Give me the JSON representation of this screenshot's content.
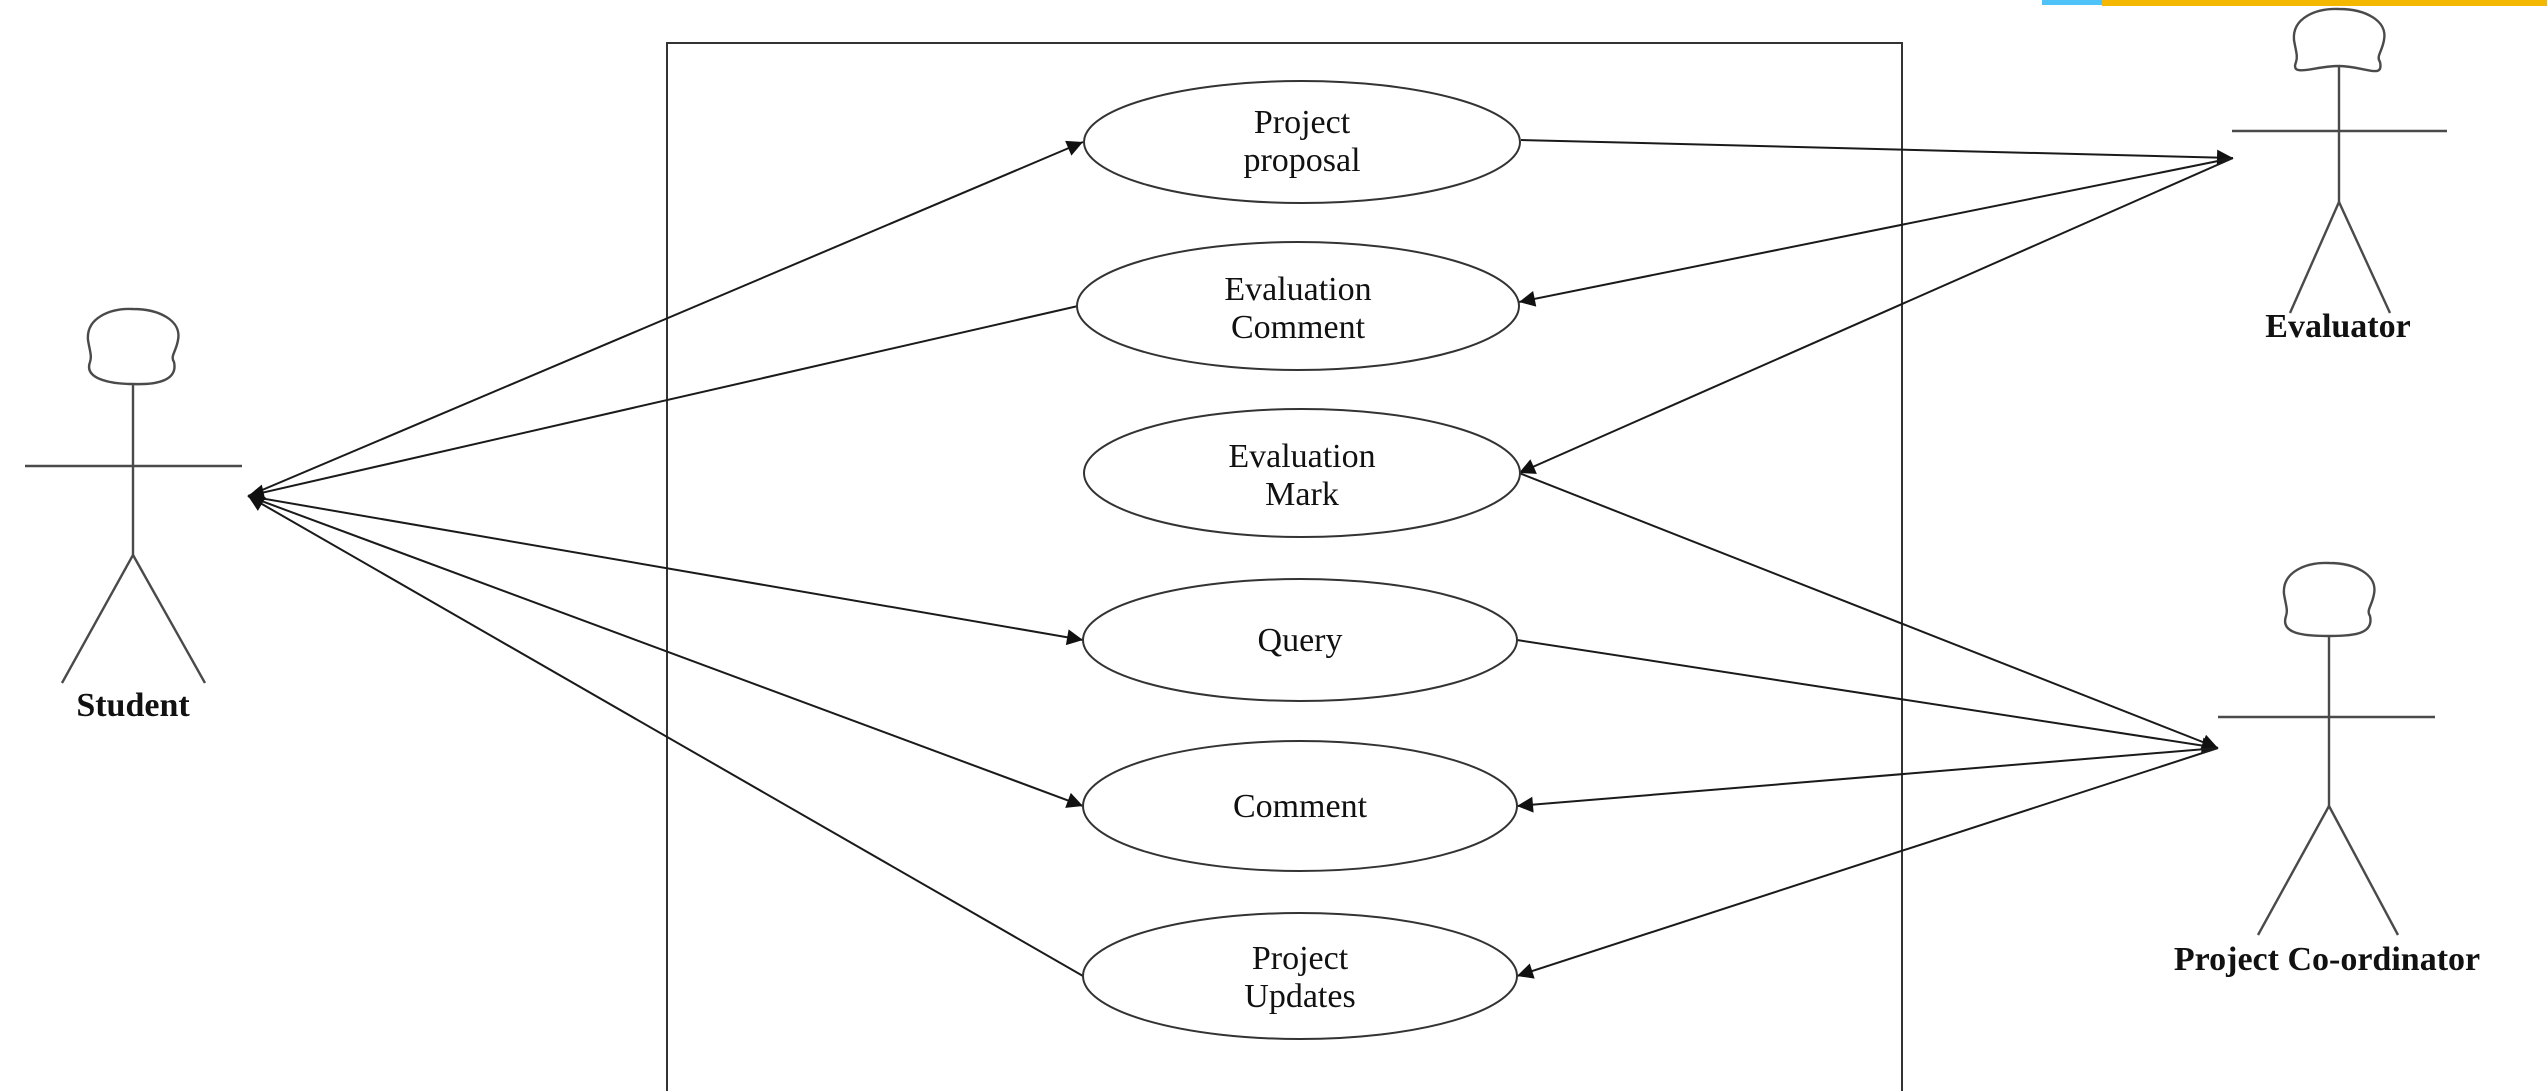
{
  "diagram": {
    "type": "use-case",
    "actors": [
      {
        "id": "student",
        "label": "Student"
      },
      {
        "id": "evaluator",
        "label": "Evaluator"
      },
      {
        "id": "coordinator",
        "label": "Project Co-ordinator"
      }
    ],
    "use_cases": [
      {
        "id": "project-proposal",
        "lines": [
          "Project",
          "proposal"
        ]
      },
      {
        "id": "evaluation-comment",
        "lines": [
          "Evaluation",
          "Comment"
        ]
      },
      {
        "id": "evaluation-mark",
        "lines": [
          "Evaluation",
          "Mark"
        ]
      },
      {
        "id": "query",
        "lines": [
          "Query"
        ]
      },
      {
        "id": "comment",
        "lines": [
          "Comment"
        ]
      },
      {
        "id": "project-updates",
        "lines": [
          "Project",
          "Updates"
        ]
      }
    ],
    "associations": [
      {
        "from": "student",
        "to": "project-proposal",
        "arrow_at": "project-proposal"
      },
      {
        "from": "evaluation-comment",
        "to": "student",
        "arrow_at": "student"
      },
      {
        "from": "student",
        "to": "query",
        "arrow_at": "query"
      },
      {
        "from": "student",
        "to": "comment",
        "arrow_at": "comment"
      },
      {
        "from": "project-updates",
        "to": "student",
        "arrow_at": "student"
      },
      {
        "from": "project-proposal",
        "to": "evaluator",
        "arrow_at": "evaluator"
      },
      {
        "from": "evaluator",
        "to": "evaluation-comment",
        "arrow_at": "evaluation-comment"
      },
      {
        "from": "evaluator",
        "to": "evaluation-mark",
        "arrow_at": "evaluation-mark"
      },
      {
        "from": "evaluation-mark",
        "to": "coordinator",
        "arrow_at": "coordinator"
      },
      {
        "from": "query",
        "to": "coordinator",
        "arrow_at": "coordinator"
      },
      {
        "from": "coordinator",
        "to": "comment",
        "arrow_at": "comment"
      },
      {
        "from": "coordinator",
        "to": "project-updates",
        "arrow_at": "project-updates"
      }
    ],
    "colors": {
      "line": "#1a1a1a",
      "figure": "#4a4a4a",
      "corner_accent_blue": "#4fc3f7",
      "corner_accent_yellow": "#f5b800"
    }
  }
}
